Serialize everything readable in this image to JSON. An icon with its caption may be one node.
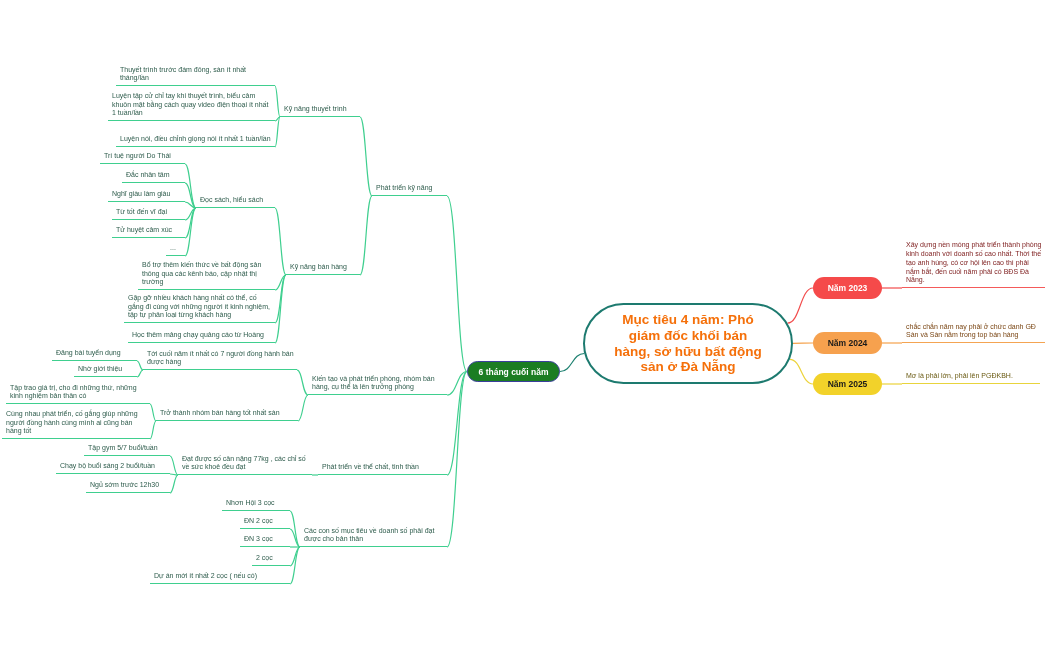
{
  "diagram": {
    "nodes": [
      {
        "text": [
          "Mục tiêu 4 năm: Phó giám đốc khối bán hàng, sở hữu bất động sản ở Đà Nẵng"
        ]
      },
      {
        "text": [
          "Năm 2023"
        ]
      },
      {
        "text": [
          "Xây dựng nền móng phát triển thành phòng kinh doanh với doanh số cao nhất. Thời thế tạo anh hùng, có cơ hội lên cao thì phải nắm bắt, đến cuối năm phải có BĐS Đà Nẵng."
        ]
      },
      {
        "text": [
          "Năm 2024"
        ]
      },
      {
        "text": [
          "chắc chắn năm nay phải ở chức danh GĐ Sàn và Sàn nằm trong top bán hàng"
        ]
      },
      {
        "text": [
          "Năm 2025"
        ]
      },
      {
        "text": [
          "Mơ là phải lớn, phải lên PGĐKBH."
        ]
      },
      {
        "text": [
          "6 tháng cuối năm"
        ]
      },
      {
        "text": [
          "Phát triển kỹ năng"
        ]
      },
      {
        "text": [
          "Kỹ năng thuyết trình"
        ]
      },
      {
        "text": [
          "Thuyết trình trước đám đông, sàn ít nhất tháng/lần"
        ]
      },
      {
        "text": [
          "Luyện tập cử chỉ tay khi thuyết trình, biểu cảm khuôn mặt bằng cách quay video điện thoại ít nhất 1 tuần/lần"
        ]
      },
      {
        "text": [
          "Luyện nói, điều chỉnh giọng nói ít nhất 1 tuần/lần"
        ]
      },
      {
        "text": [
          "Kỹ năng bán hàng"
        ]
      },
      {
        "text": [
          "Đọc sách, hiểu sách"
        ]
      },
      {
        "text": [
          "Trí tuệ người Do Thái"
        ]
      },
      {
        "text": [
          "Đắc nhân tâm"
        ]
      },
      {
        "text": [
          "Nghĩ giàu làm giàu"
        ]
      },
      {
        "text": [
          "Từ tốt đến vĩ đại"
        ]
      },
      {
        "text": [
          "Tử huyệt cảm xúc"
        ]
      },
      {
        "text": [
          "..."
        ]
      },
      {
        "text": [
          "Bổ trợ thêm kiến thức về bất động sản thông qua các kênh báo, cập nhật thị trường"
        ]
      },
      {
        "text": [
          "Gặp gỡ nhiều khách hàng nhất có thể, cố gắng đi cùng với những người ít kinh nghiệm, tập tự phân loại từng khách hàng"
        ]
      },
      {
        "text": [
          "Học thêm mảng chạy quảng cáo từ Hoàng"
        ]
      },
      {
        "text": [
          "Kiến tạo và phát triển phòng, nhóm bán hàng, cụ thể là lên trưởng phòng"
        ]
      },
      {
        "text": [
          "Tới cuối năm ít nhất có 7 người đồng hành bán được hàng"
        ]
      },
      {
        "text": [
          "Đăng bài tuyển dụng"
        ]
      },
      {
        "text": [
          "Nhờ giới thiệu"
        ]
      },
      {
        "text": [
          "Trở thành nhóm bán hàng tốt nhất sàn"
        ]
      },
      {
        "text": [
          "Tập trao giá trị, cho đi những thứ, những kinh nghiệm bản thân có"
        ]
      },
      {
        "text": [
          "Cùng nhau phát triển, cố gắng giúp những người đồng hành cùng mình ai cũng bán hàng tốt"
        ]
      },
      {
        "text": [
          "Phát triển về thể chất, tinh thần"
        ]
      },
      {
        "text": [
          "Đạt được số cân nặng 77kg , các chỉ số về sức khoẻ đều đạt"
        ]
      },
      {
        "text": [
          "Tập gym 5/7 buổi/tuần"
        ]
      },
      {
        "text": [
          "Chạy bộ buổi sáng 2 buổi/tuần"
        ]
      },
      {
        "text": [
          "Ngủ sớm trước 12h30"
        ]
      },
      {
        "text": [
          "Các con số mục tiêu về doanh số phải đạt được cho bản thân"
        ]
      },
      {
        "text": [
          "Nhơn Hội 3 cọc"
        ]
      },
      {
        "text": [
          "ĐN 2 cọc"
        ]
      },
      {
        "text": [
          "ĐN 3 cọc"
        ]
      },
      {
        "text": [
          "2 cọc"
        ]
      },
      {
        "text": [
          "Dự án mới ít nhất 2 cọc ( nếu có)"
        ]
      }
    ],
    "edges": [
      {
        "from": 0,
        "to": 1,
        "arrow": "none",
        "color": "#f24c4c"
      },
      {
        "from": 1,
        "to": 2,
        "arrow": "none",
        "color": "#f24c4c"
      },
      {
        "from": 0,
        "to": 3,
        "arrow": "none",
        "color": "#f5a24c"
      },
      {
        "from": 3,
        "to": 4,
        "arrow": "none",
        "color": "#f5a24c"
      },
      {
        "from": 0,
        "to": 5,
        "arrow": "none",
        "color": "#ecd33a"
      },
      {
        "from": 5,
        "to": 6,
        "arrow": "none",
        "color": "#ecd33a"
      },
      {
        "from": 0,
        "to": 7,
        "arrow": "none",
        "color": "#1d8070"
      },
      {
        "from": 7,
        "to": 8,
        "arrow": "none"
      },
      {
        "from": 8,
        "to": 9,
        "arrow": "none"
      },
      {
        "from": 9,
        "to": 10,
        "arrow": "none"
      },
      {
        "from": 9,
        "to": 11,
        "arrow": "none"
      },
      {
        "from": 9,
        "to": 12,
        "arrow": "none"
      },
      {
        "from": 8,
        "to": 13,
        "arrow": "none"
      },
      {
        "from": 13,
        "to": 14,
        "arrow": "none"
      },
      {
        "from": 14,
        "to": 15,
        "arrow": "none"
      },
      {
        "from": 14,
        "to": 16,
        "arrow": "none"
      },
      {
        "from": 14,
        "to": 17,
        "arrow": "none"
      },
      {
        "from": 14,
        "to": 18,
        "arrow": "none"
      },
      {
        "from": 14,
        "to": 19,
        "arrow": "none"
      },
      {
        "from": 14,
        "to": 20,
        "arrow": "none"
      },
      {
        "from": 13,
        "to": 21,
        "arrow": "none"
      },
      {
        "from": 13,
        "to": 22,
        "arrow": "none"
      },
      {
        "from": 13,
        "to": 23,
        "arrow": "none"
      },
      {
        "from": 7,
        "to": 24,
        "arrow": "none"
      },
      {
        "from": 24,
        "to": 25,
        "arrow": "none"
      },
      {
        "from": 25,
        "to": 26,
        "arrow": "none"
      },
      {
        "from": 25,
        "to": 27,
        "arrow": "none"
      },
      {
        "from": 24,
        "to": 28,
        "arrow": "none"
      },
      {
        "from": 28,
        "to": 29,
        "arrow": "none"
      },
      {
        "from": 28,
        "to": 30,
        "arrow": "none"
      },
      {
        "from": 7,
        "to": 31,
        "arrow": "none"
      },
      {
        "from": 31,
        "to": 32,
        "arrow": "none"
      },
      {
        "from": 32,
        "to": 33,
        "arrow": "none"
      },
      {
        "from": 32,
        "to": 34,
        "arrow": "none"
      },
      {
        "from": 32,
        "to": 35,
        "arrow": "none"
      },
      {
        "from": 7,
        "to": 36,
        "arrow": "none"
      },
      {
        "from": 36,
        "to": 37,
        "arrow": "none"
      },
      {
        "from": 36,
        "to": 38,
        "arrow": "none"
      },
      {
        "from": 36,
        "to": 39,
        "arrow": "none"
      },
      {
        "from": 36,
        "to": 40,
        "arrow": "none"
      },
      {
        "from": 36,
        "to": 41,
        "arrow": "none"
      }
    ]
  }
}
